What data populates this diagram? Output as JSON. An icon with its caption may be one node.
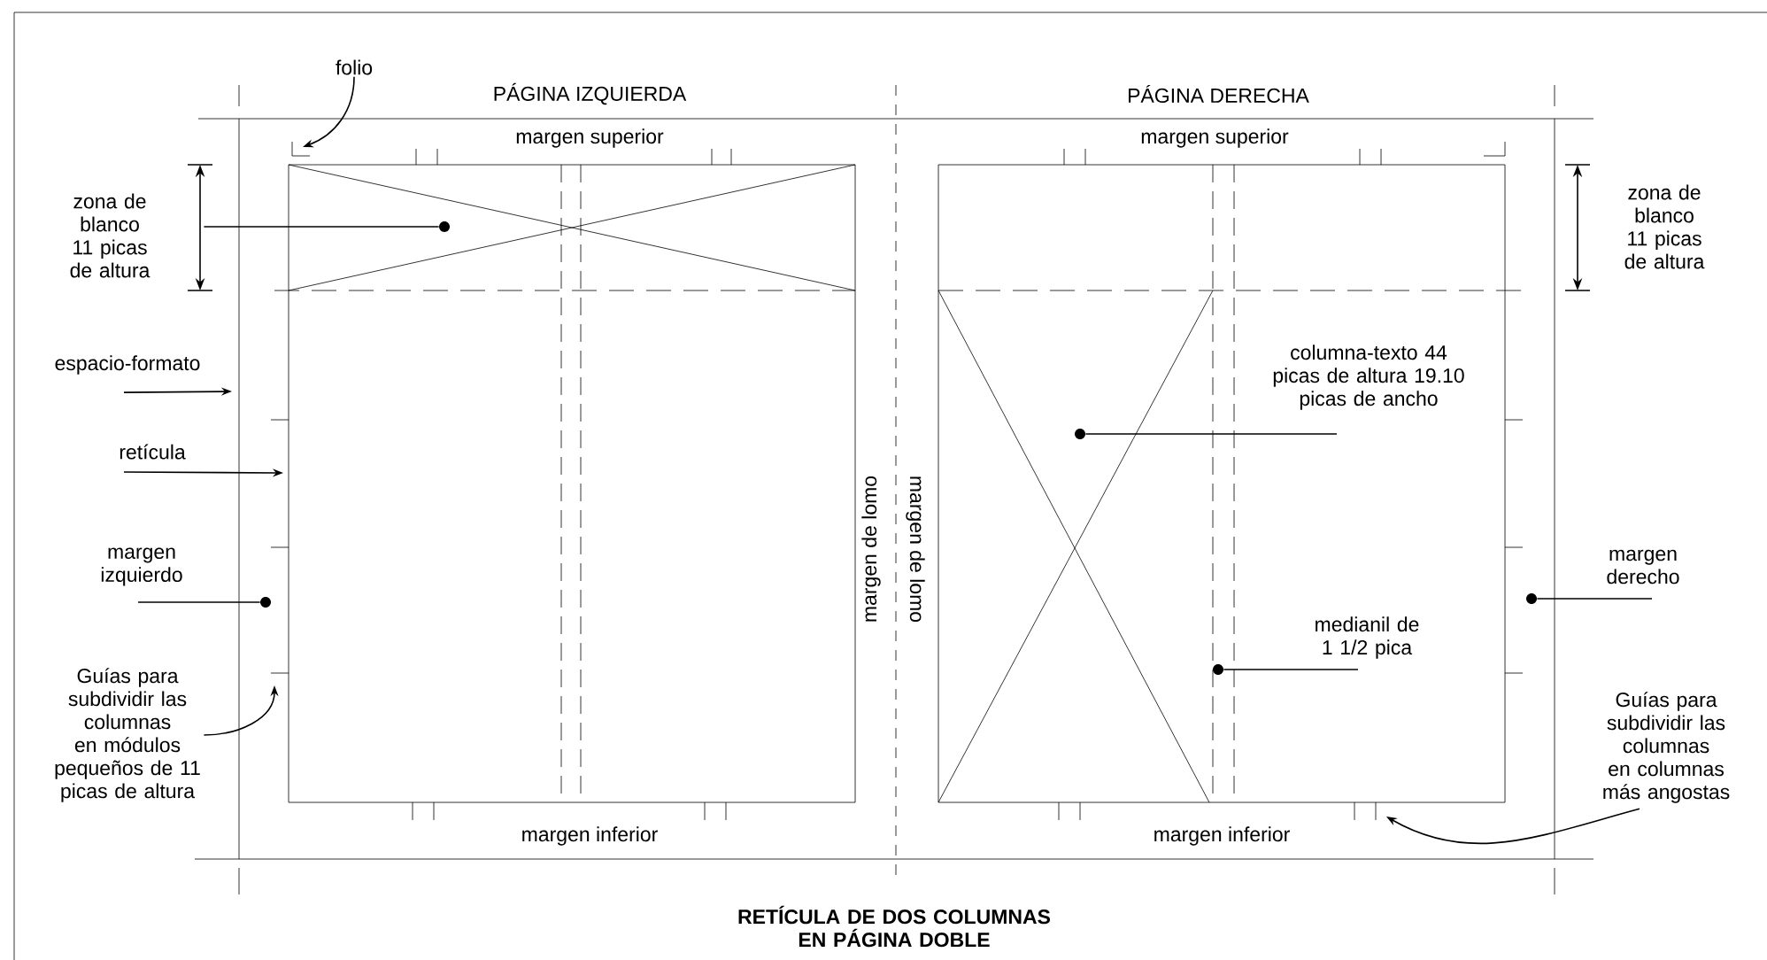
{
  "diagram": {
    "caption": "RETÍCULA DE DOS COLUMNAS EN PÁGINA DOBLE",
    "nodes": [
      {
        "text": [
          "folio"
        ]
      },
      {
        "text": [
          "zona de blanco 11 picas de altura"
        ]
      },
      {
        "text": [
          "espacio-formato"
        ]
      },
      {
        "text": [
          "retícula"
        ]
      },
      {
        "text": [
          "margen izquierdo"
        ]
      },
      {
        "text": [
          "Guías para subdividir las columnas en módulos pequeños de 11 picas de altura"
        ]
      },
      {
        "text": [
          "columna-texto 44 picas de altura 19.10 picas de ancho"
        ]
      },
      {
        "text": [
          "medianil de 1 1/2 pica"
        ]
      },
      {
        "text": [
          "margen derecho"
        ]
      },
      {
        "text": [
          "Guías para subdividir las columnas en columnas más angostas"
        ]
      },
      {
        "text": [],
        "shape": "circle"
      },
      {
        "text": [],
        "shape": "circle"
      },
      {
        "text": [],
        "shape": "circle"
      },
      {
        "text": [],
        "shape": "circle"
      },
      {
        "text": [],
        "shape": "circle"
      }
    ],
    "edges": [
      {
        "from": 0,
        "to": null,
        "arrow": "to"
      },
      {
        "from": 1,
        "to": 10,
        "arrow": "none"
      },
      {
        "from": 2,
        "to": null,
        "arrow": "to"
      },
      {
        "from": 3,
        "to": null,
        "arrow": "to"
      },
      {
        "from": 4,
        "to": 11,
        "arrow": "none"
      },
      {
        "from": 5,
        "to": null,
        "arrow": "to"
      },
      {
        "from": 6,
        "to": 12,
        "arrow": "none"
      },
      {
        "from": 7,
        "to": 13,
        "arrow": "none"
      },
      {
        "from": 8,
        "to": 14,
        "arrow": "none"
      },
      {
        "from": 9,
        "to": null,
        "arrow": "to"
      }
    ],
    "labels": [
      "PÁGINA IZQUIERDA",
      "PÁGINA DERECHA",
      "margen superior",
      "margen superior",
      "zona de blanco 11 picas de altura",
      "margen de lomo",
      "margen de lomo",
      "margen inferior",
      "margen inferior"
    ]
  }
}
